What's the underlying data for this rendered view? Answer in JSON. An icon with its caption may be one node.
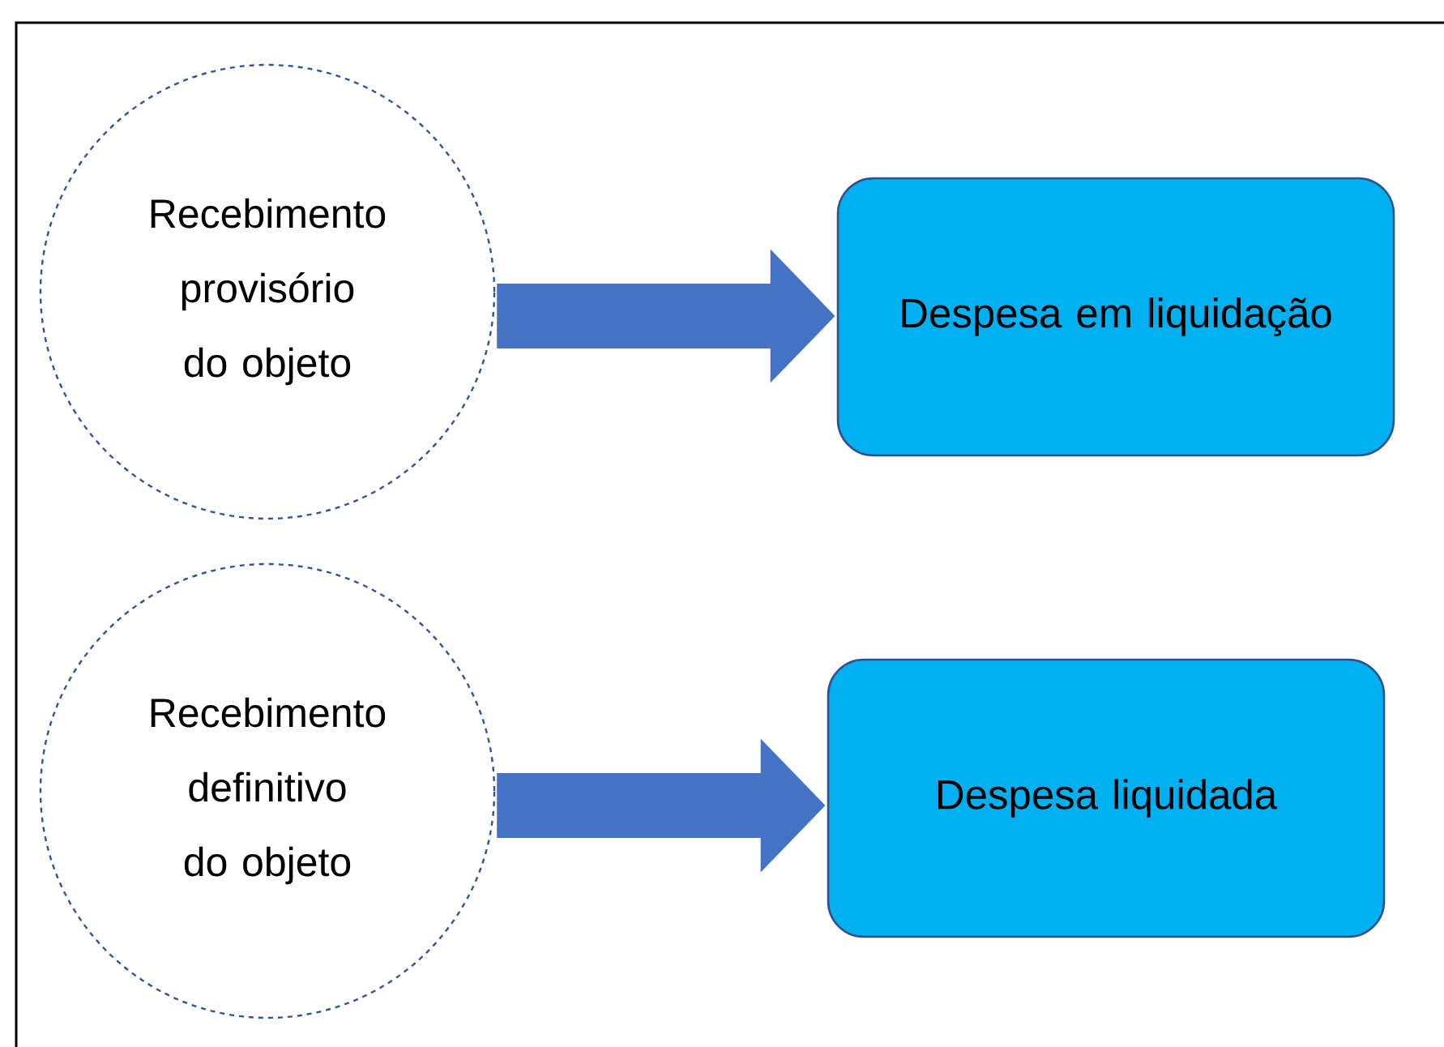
{
  "diagram": {
    "nodes": [
      {
        "text": [
          "Recebimento provisório do objeto"
        ]
      },
      {
        "text": [
          "Despesa em liquidação"
        ]
      },
      {
        "text": [
          "Recebimento definitivo do objeto"
        ]
      },
      {
        "text": [
          "Despesa liquidada"
        ]
      }
    ],
    "edges": [
      {
        "from": 0,
        "to": 1,
        "arrow": "to"
      },
      {
        "from": 2,
        "to": 3,
        "arrow": "to"
      }
    ]
  }
}
